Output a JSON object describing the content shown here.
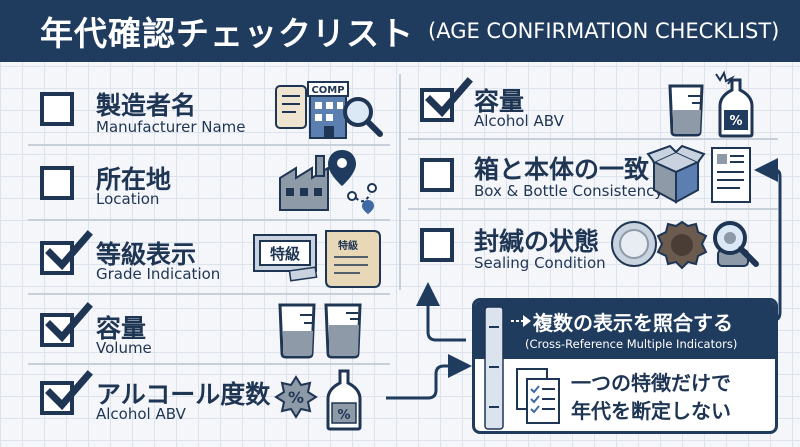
{
  "header": {
    "title_jp": "年代確認チェックリスト",
    "title_en": "(AGE CONFIRMATION CHECKLIST)"
  },
  "left_items": [
    {
      "jp": "製造者名",
      "en": "Manufacturer Name",
      "checked": false,
      "icon": "factory-document-magnifier-icon",
      "badge": "COMP"
    },
    {
      "jp": "所在地",
      "en": "Location",
      "checked": false,
      "icon": "factory-map-pin-icon"
    },
    {
      "jp": "等級表示",
      "en": "Grade Indication",
      "checked": true,
      "icon": "grade-label-icon",
      "badge": "特級",
      "badge2": "特級"
    },
    {
      "jp": "容量",
      "en": "Volume",
      "checked": true,
      "icon": "measuring-cup-icon"
    },
    {
      "jp": "アルコール度数",
      "en": "Alcohol ABV",
      "checked": true,
      "icon": "percent-bottle-icon",
      "badge": "%",
      "badge2": "%"
    }
  ],
  "right_items": [
    {
      "jp": "容量",
      "en": "Alcohol ABV",
      "checked": true,
      "icon": "beaker-bottle-icon",
      "badge": "%"
    },
    {
      "jp": "箱と本体の一致",
      "en": "Box & Bottle Consistency",
      "checked": false,
      "icon": "box-document-icon"
    },
    {
      "jp": "封緘の状態",
      "en": "Sealing Condition",
      "checked": false,
      "icon": "seal-inspection-icon"
    }
  ],
  "panel": {
    "title": "複数の表示を照合する",
    "subtitle": "(Cross-Reference Multiple Indicators)",
    "note_line1": "一つの特徴だけで",
    "note_line2": "年代を断定しない"
  },
  "colors": {
    "navy": "#1f3b5e",
    "ink": "#1f3554",
    "divider": "#c7cfdb",
    "background": "#f4f6f9"
  }
}
